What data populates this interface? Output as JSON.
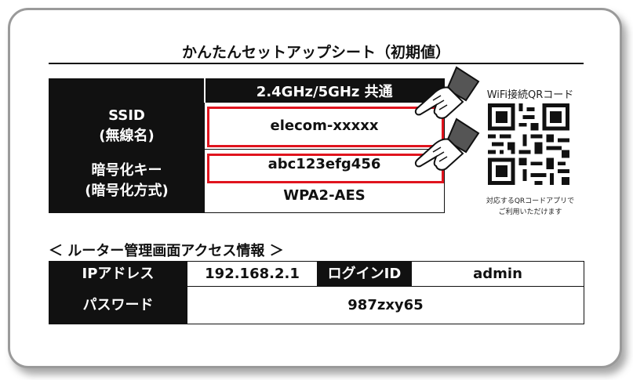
{
  "title": "かんたんセットアップシート（初期値）",
  "wifi": {
    "band_header": "2.4GHz/5GHz 共通",
    "ssid_label_1": "SSID",
    "ssid_label_2": "(無線名)",
    "ssid_value": "elecom-xxxxx",
    "key_label_1": "暗号化キー",
    "key_label_2": "(暗号化方式)",
    "key_value": "abc123efg456",
    "encryption_value": "WPA2-AES"
  },
  "qr": {
    "label": "WiFi接続QRコード",
    "note_line1": "対応するQRコードアプリで",
    "note_line2": "ご利用いただけます"
  },
  "admin": {
    "section_title": "＜ ルーター管理画面アクセス情報 ＞",
    "ip_label": "IPアドレス",
    "ip_value": "192.168.2.1",
    "login_label": "ログインID",
    "login_value": "admin",
    "password_label": "パスワード",
    "password_value": "987zxy65"
  },
  "colors": {
    "highlight": "#e0141e",
    "header_bg": "#111111"
  },
  "icons": [
    "pointing-hand-icon",
    "qr-code-icon"
  ]
}
